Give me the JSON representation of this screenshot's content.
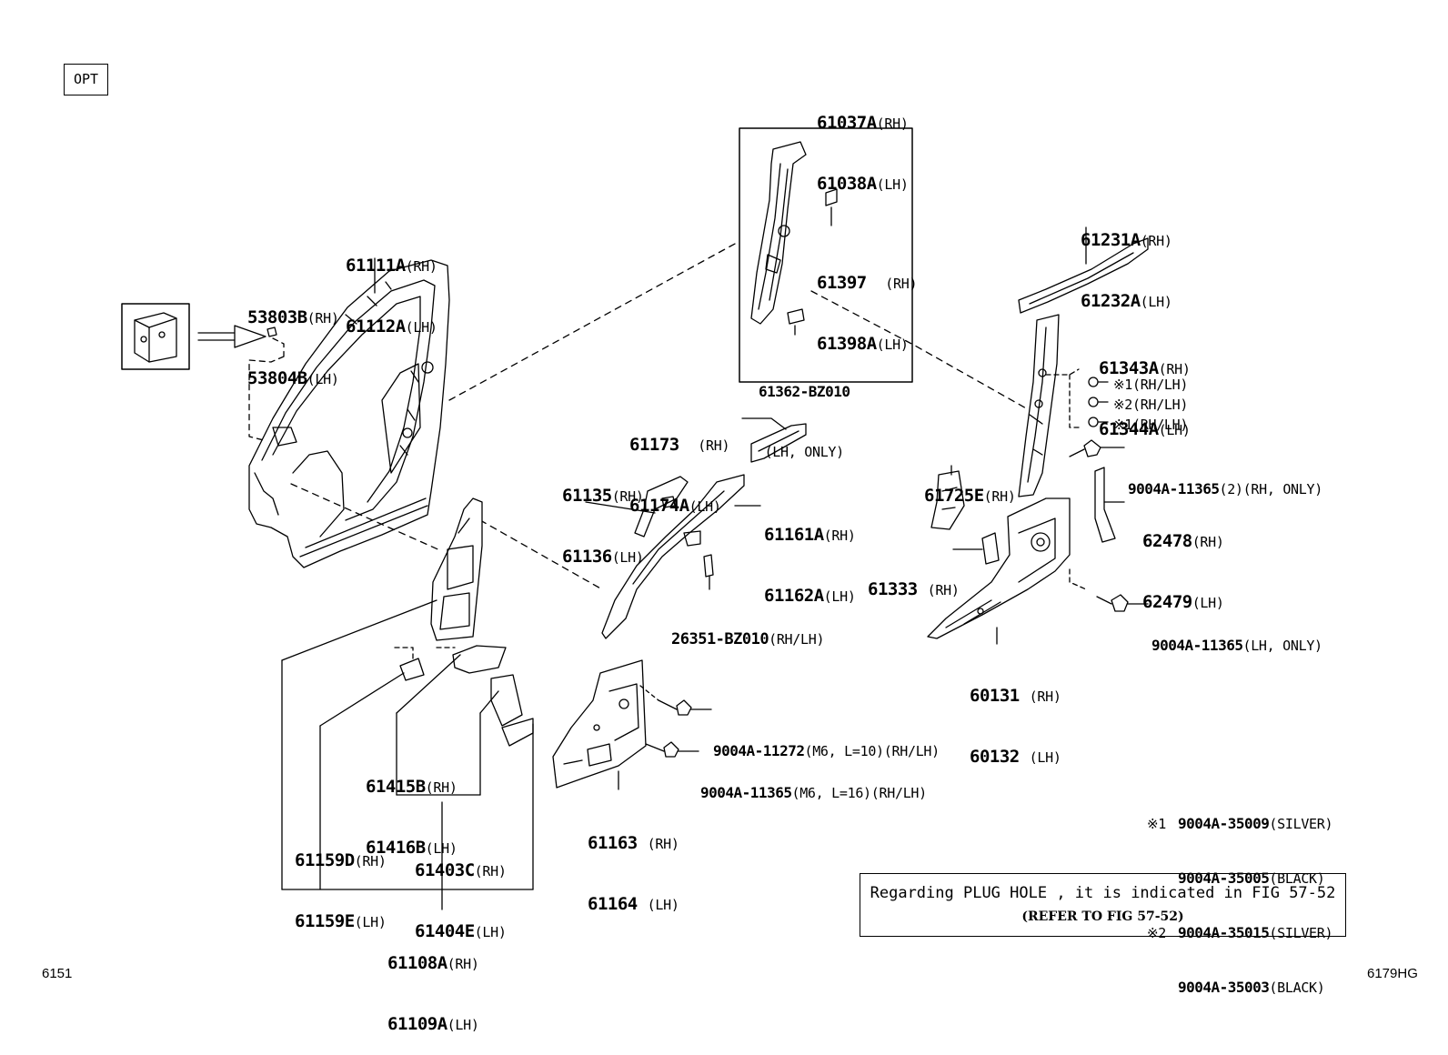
{
  "header": {
    "opt_label": "OPT"
  },
  "footer": {
    "left_code": "6151",
    "right_code": "6179HG"
  },
  "labels": [
    {
      "id": "61037a",
      "lines": [
        [
          "61037A",
          "(RH)"
        ],
        [
          "61038A",
          "(LH)"
        ]
      ]
    },
    {
      "id": "61397",
      "lines": [
        [
          "61397 ",
          "(RH)"
        ],
        [
          "61398A",
          "(LH)"
        ]
      ]
    },
    {
      "id": "61362",
      "lines": [
        [
          "61362-BZ010",
          ""
        ],
        [
          "(LH, ONLY)",
          ""
        ]
      ]
    },
    {
      "id": "61111a",
      "lines": [
        [
          "61111A",
          "(RH)"
        ],
        [
          "61112A",
          "(LH)"
        ]
      ]
    },
    {
      "id": "53803b",
      "lines": [
        [
          "53803B",
          "(RH)"
        ],
        [
          "53804B",
          "(LH)"
        ]
      ]
    },
    {
      "id": "61231a",
      "lines": [
        [
          "61231A",
          "(RH)"
        ],
        [
          "61232A",
          "(LH)"
        ]
      ]
    },
    {
      "id": "61343a",
      "lines": [
        [
          "61343A",
          "(RH)"
        ],
        [
          "61344A",
          "(LH)"
        ]
      ]
    },
    {
      "id": "61173",
      "lines": [
        [
          "61173 ",
          "(RH)"
        ],
        [
          "61174A",
          "(LH)"
        ]
      ]
    },
    {
      "id": "61135",
      "lines": [
        [
          "61135",
          "(RH)"
        ],
        [
          "61136",
          "(LH)"
        ]
      ]
    },
    {
      "id": "61161a",
      "lines": [
        [
          "61161A",
          "(RH)"
        ],
        [
          "61162A",
          "(LH)"
        ]
      ]
    },
    {
      "id": "61725e",
      "lines": [
        [
          "61725E",
          "(RH)"
        ]
      ]
    },
    {
      "id": "61333",
      "lines": [
        [
          "61333 ",
          "(RH)"
        ]
      ]
    },
    {
      "id": "62478",
      "lines": [
        [
          "62478",
          "(RH)"
        ],
        [
          "62479",
          "(LH)"
        ]
      ]
    },
    {
      "id": "26351",
      "lines": [
        [
          "26351-BZ010",
          "(RH/LH)"
        ]
      ]
    },
    {
      "id": "60131",
      "lines": [
        [
          "60131 ",
          "(RH)"
        ],
        [
          "60132 ",
          "(LH)"
        ]
      ]
    },
    {
      "id": "90042",
      "lines": [
        [
          "9004A-11365",
          "(2)(RH, ONLY)"
        ]
      ]
    },
    {
      "id": "90043",
      "lines": [
        [
          "9004A-11365",
          "(LH, ONLY)"
        ]
      ]
    },
    {
      "id": "90044",
      "lines": [
        [
          "9004A-11272",
          "(M6, L=10)(RH/LH)"
        ]
      ]
    },
    {
      "id": "90045",
      "lines": [
        [
          "9004A-11365",
          "(M6, L=16)(RH/LH)"
        ]
      ]
    },
    {
      "id": "61415b",
      "lines": [
        [
          "61415B",
          "(RH)"
        ],
        [
          "61416B",
          "(LH)"
        ]
      ]
    },
    {
      "id": "61163",
      "lines": [
        [
          "61163 ",
          "(RH)"
        ],
        [
          "61164 ",
          "(LH)"
        ]
      ]
    },
    {
      "id": "61159d",
      "lines": [
        [
          "61159D",
          "(RH)"
        ],
        [
          "61159E",
          "(LH)"
        ]
      ]
    },
    {
      "id": "61403c",
      "lines": [
        [
          "61403C",
          "(RH)"
        ],
        [
          "61404E",
          "(LH)"
        ]
      ]
    },
    {
      "id": "61108a",
      "lines": [
        [
          "61108A",
          "(RH)"
        ],
        [
          "61109A",
          "(LH)"
        ]
      ]
    }
  ],
  "small_labels": [
    {
      "id": "c1a",
      "text": "※1(RH/LH)"
    },
    {
      "id": "c2",
      "text": "※2(RH/LH)"
    },
    {
      "id": "c1b",
      "text": "※1(RH/LH)"
    }
  ],
  "legend": [
    {
      "mark": "※1",
      "pn": "9004A-35009",
      "note": "(SILVER)"
    },
    {
      "mark": "",
      "pn": "9004A-35005",
      "note": "(BLACK)"
    },
    {
      "mark": "※2",
      "pn": "9004A-35015",
      "note": "(SILVER)"
    },
    {
      "mark": "",
      "pn": "9004A-35003",
      "note": "(BLACK)"
    }
  ],
  "note": {
    "line1": "Regarding PLUG HOLE , it is indicated in FIG 57-52",
    "line2": "(REFER TO FIG 57-52)"
  }
}
